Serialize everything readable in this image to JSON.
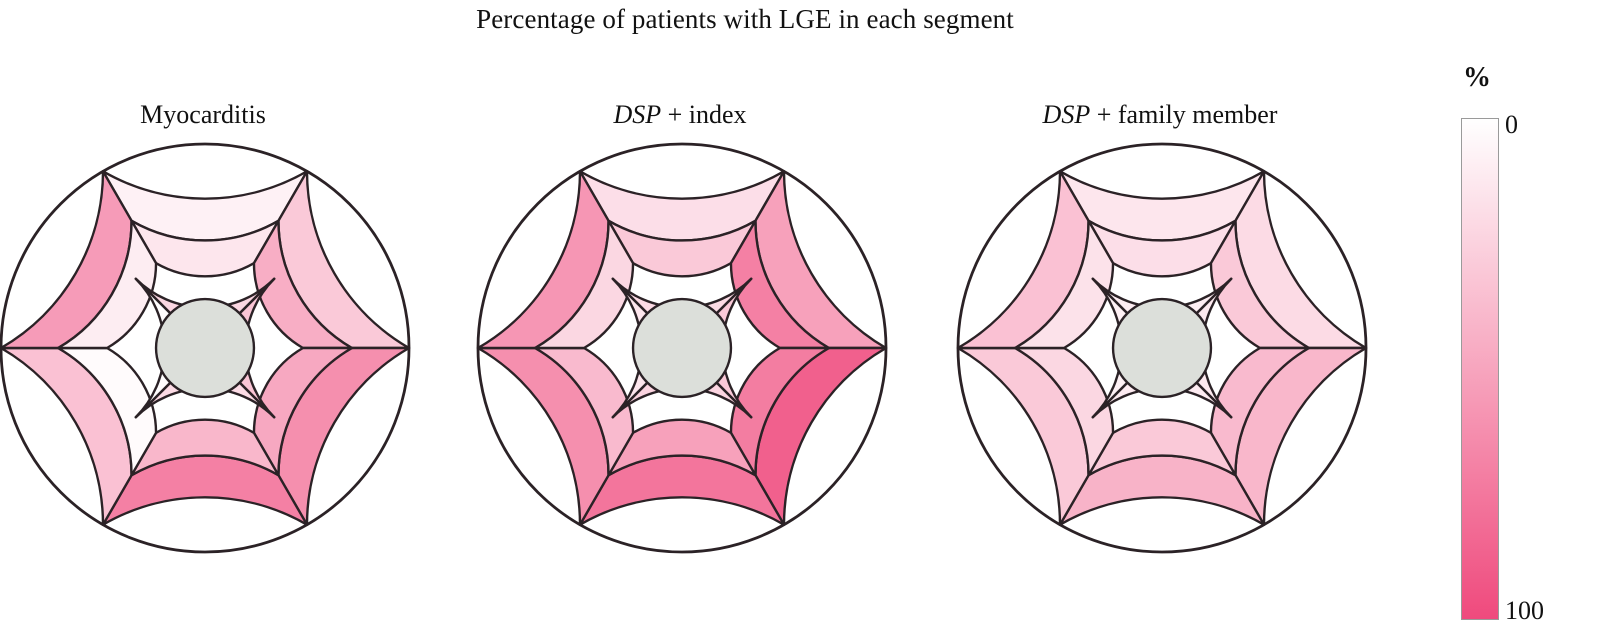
{
  "figure": {
    "title": "Percentage of patients with LGE in each segment",
    "background": "#ffffff",
    "apex_color": "#dcdfda",
    "segment_stroke": "#2b2226"
  },
  "colorbar": {
    "unit_label": "%",
    "min_label": "0",
    "max_label": "100",
    "min_color": "#ffffff",
    "max_color": "#ef4a7d",
    "orientation": "vertical",
    "low_at": "top"
  },
  "chart_data": {
    "type": "heatmap",
    "title": "Percentage of patients with LGE in each segment",
    "subtype": "AHA 17-segment bullseye polar map",
    "value_unit": "%",
    "vmin": 0,
    "vmax": 100,
    "colormap": "white-to-pink",
    "rings": [
      {
        "name": "basal",
        "n_segments": 6,
        "r_inner": 0.72,
        "r_outer": 1.0,
        "start_angle_deg": 120
      },
      {
        "name": "mid",
        "n_segments": 6,
        "r_inner": 0.48,
        "r_outer": 0.72,
        "start_angle_deg": 120
      },
      {
        "name": "apical",
        "n_segments": 4,
        "r_inner": 0.24,
        "r_outer": 0.48,
        "start_angle_deg": 135
      },
      {
        "name": "apex",
        "n_segments": 1,
        "r_inner": 0.0,
        "r_outer": 0.24,
        "start_angle_deg": 0
      }
    ],
    "panels": [
      {
        "label_italic": "",
        "label_plain": "Myocarditis",
        "label_full": "Myocarditis",
        "basal": [
          8,
          30,
          62,
          70,
          34,
          55
        ],
        "mid": [
          14,
          45,
          48,
          40,
          2,
          10
        ],
        "apical": [
          22,
          32,
          20,
          1
        ],
        "apex": null
      },
      {
        "label_italic": "DSP",
        "label_plain": " + index",
        "label_full": "DSP + index",
        "basal": [
          18,
          52,
          88,
          76,
          62,
          58
        ],
        "mid": [
          30,
          70,
          72,
          52,
          38,
          22
        ],
        "apical": [
          20,
          30,
          24,
          14
        ],
        "apex": null
      },
      {
        "label_italic": "DSP",
        "label_plain": " + family member",
        "label_full": "DSP + family member",
        "basal": [
          14,
          20,
          40,
          42,
          30,
          34
        ],
        "mid": [
          18,
          30,
          38,
          30,
          22,
          16
        ],
        "apical": [
          10,
          12,
          11,
          8
        ],
        "apex": null
      }
    ]
  }
}
